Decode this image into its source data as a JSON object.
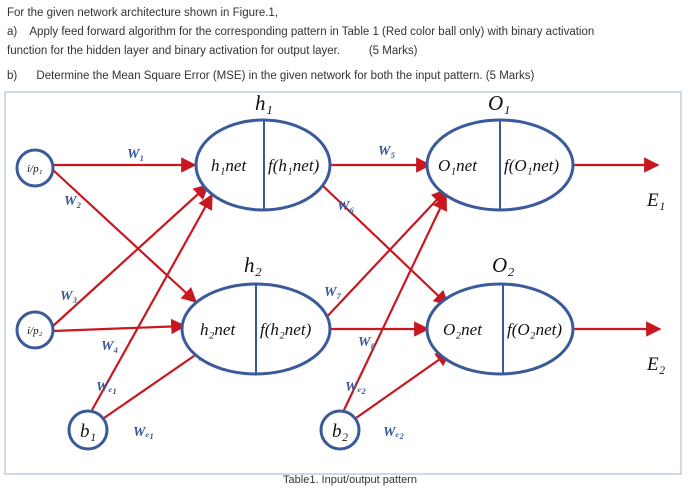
{
  "question": {
    "intro": "For the given network architecture shown in Figure.1,",
    "part_a_label": "a)",
    "part_a_line1": "Apply feed forward algorithm for the corresponding pattern in Table 1 (Red color ball only) with binary activation",
    "part_a_line2": "function for the hidden layer and binary activation for output layer.",
    "part_a_marks": "(5 Marks)",
    "part_b_label": "b)",
    "part_b_text": "Determine the Mean Square Error (MSE) in the given network for both the input pattern.  (5 Marks)"
  },
  "diagram": {
    "inputs": [
      "i/p₁",
      "i/p₂"
    ],
    "biases": [
      "b₁",
      "b₂"
    ],
    "hidden_titles": [
      "h₁",
      "h₂"
    ],
    "hidden_net": [
      "h₁net",
      "h₂net"
    ],
    "hidden_act": [
      "f(h₁net)",
      "f(h₂net)"
    ],
    "output_titles": [
      "O₁",
      "O₂"
    ],
    "output_net": [
      "O₁net",
      "O₂net"
    ],
    "output_act": [
      "f(O₁net)",
      "f(O₂net)"
    ],
    "errors": [
      "E₁",
      "E₂"
    ],
    "weights": {
      "w1": "W₁",
      "w2": "W₂",
      "w3": "W₃",
      "w4": "W₄",
      "w5": "W₅",
      "w6": "W₆",
      "w7": "W₇",
      "w8": "W₈",
      "wb1_a": "Wₑ₁",
      "wb1_b": "Wₑ₁",
      "wb2_a": "Wₑ₂",
      "wb2_b": "Wₑ₂"
    },
    "colors": {
      "node_border": "#3b5a9a",
      "arrow": "#c8171e",
      "frame": "#9fb3d9"
    }
  },
  "caption": "Table1. Input/output pattern"
}
